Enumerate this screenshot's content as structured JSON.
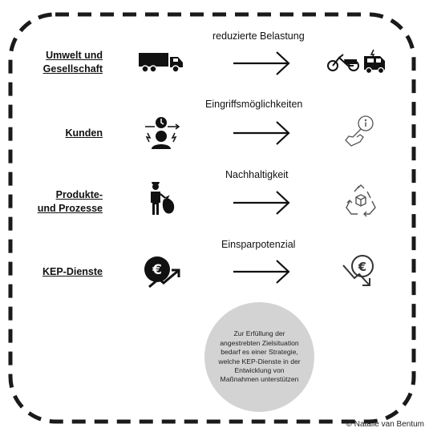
{
  "rows": [
    {
      "label": "Umwelt und\nGesellschaft",
      "caption": "reduzierte Belastung",
      "left_icon": "truck-icon",
      "right_icon": "cargo-bike-and-ev-van-icon"
    },
    {
      "label": "Kunden",
      "caption": "Eingriffsmöglichkeiten",
      "left_icon": "stressed-customer-icon",
      "right_icon": "hand-info-touch-icon"
    },
    {
      "label": "Produkte-\nund Prozesse",
      "caption": "Nachhaltigkeit",
      "left_icon": "person-with-waste-bag-icon",
      "right_icon": "recycle-box-icon"
    },
    {
      "label": "KEP-Dienste",
      "caption": "Einsparpotenzial",
      "left_icon": "euro-rising-icon",
      "right_icon": "euro-falling-icon"
    }
  ],
  "bubble": {
    "text": "Zur Erfüllung der angestrebten Zielsituation bedarf es einer  Strategie, welche KEP-Dienste in der Entwicklung von Maßnahmen unterstützen"
  },
  "copyright": "© Natalie van Bentum",
  "colors": {
    "bubble": "#d3d3d3",
    "frame": "#1a1a1a",
    "ink": "#111111"
  }
}
